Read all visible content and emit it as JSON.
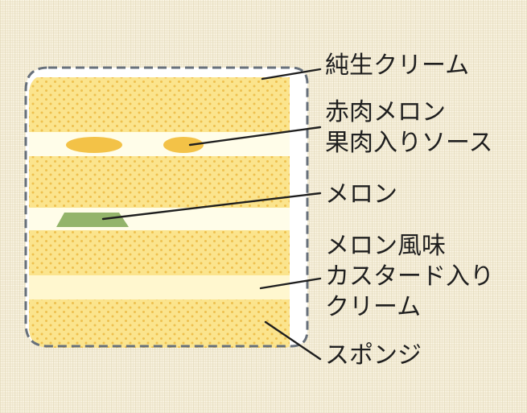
{
  "diagram": {
    "colors": {
      "background": "#f1ead3",
      "weave_light": "#fbf6e6",
      "weave_dark": "#e0d5b4",
      "cream": "#fffde9",
      "filling_light": "#fff7cf",
      "sponge": "#fbe48d",
      "sponge_dot": "#eec04e",
      "sauce": "#f3c247",
      "melon": "#93b46a",
      "outline": "#67707b",
      "leader": "#1f1f1f"
    },
    "labels": {
      "cream": "純生クリーム",
      "sauce_line1": "赤肉メロン",
      "sauce_line2": "果肉入りソース",
      "melon": "メロン",
      "custard_line1": "メロン風味",
      "custard_line2": "カスタード入り",
      "custard_line3": "クリーム",
      "sponge": "スポンジ"
    }
  }
}
